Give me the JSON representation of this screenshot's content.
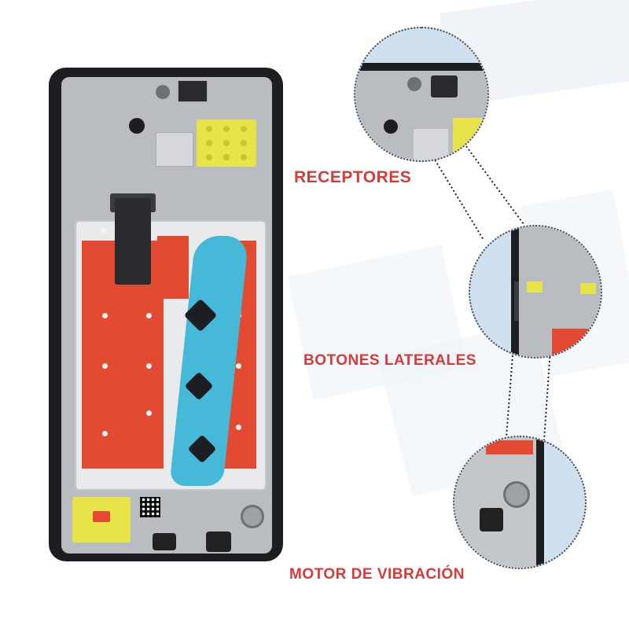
{
  "callouts": [
    {
      "label": "RECEPTORES"
    },
    {
      "label": "BOTONES LATERALES"
    },
    {
      "label": "MOTOR DE VIBRACIÓN"
    }
  ],
  "colors": {
    "label": "#d63b3b",
    "adhesive_red": "#e24a32",
    "adhesive_blue": "#46b8d8",
    "frame_black": "#1d1e22",
    "pad_yellow": "#e9e34a",
    "circle_background": "#cfe0ef"
  }
}
